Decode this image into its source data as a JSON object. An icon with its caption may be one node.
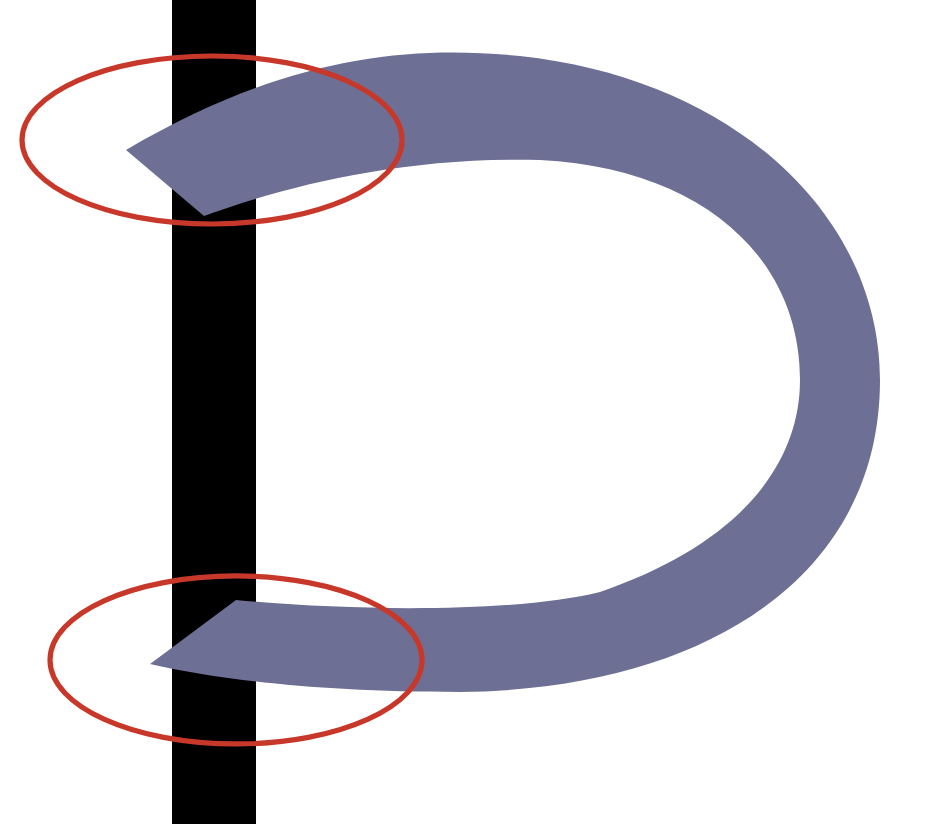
{
  "diagram": {
    "nodes": [
      {
        "text": [],
        "shape": "bar"
      },
      {
        "text": [],
        "shape": "arc"
      },
      {
        "text": [],
        "shape": "ellipse"
      },
      {
        "text": [],
        "shape": "ellipse"
      }
    ]
  }
}
